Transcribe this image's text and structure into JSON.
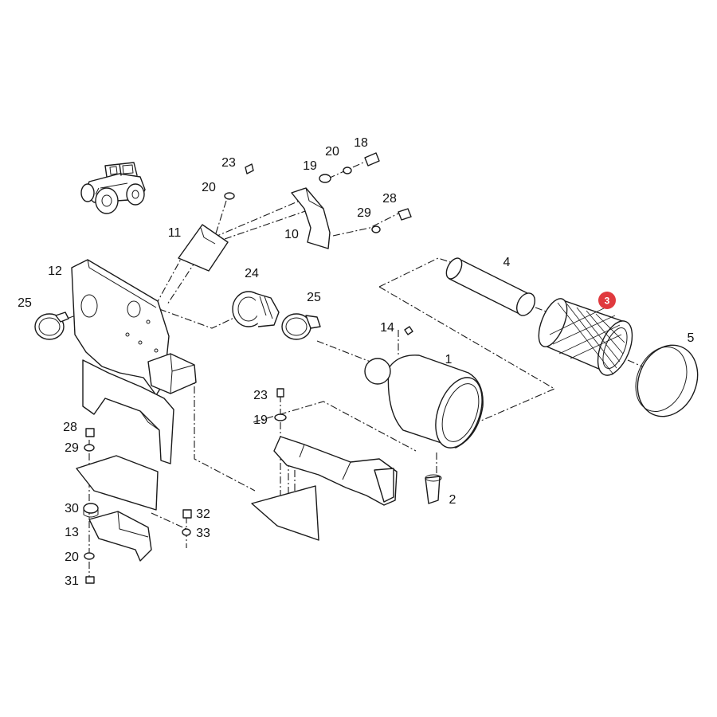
{
  "diagram": {
    "highlight_color": "#e03a3e",
    "highlighted_part": "3",
    "callouts": {
      "c1": "1",
      "c2": "2",
      "c3": "3",
      "c4": "4",
      "c5": "5",
      "c10": "10",
      "c11": "11",
      "c12": "12",
      "c13": "13",
      "c14": "14",
      "c18": "18",
      "c19a": "19",
      "c19b": "19",
      "c20a": "20",
      "c20b": "20",
      "c20c": "20",
      "c23a": "23",
      "c23b": "23",
      "c24": "24",
      "c25a": "25",
      "c25b": "25",
      "c28a": "28",
      "c28b": "28",
      "c29a": "29",
      "c29b": "29",
      "c30": "30",
      "c31": "31",
      "c32": "32",
      "c33": "33"
    },
    "icons": {
      "tractor": "tractor-icon",
      "filter_mesh": "mesh-filter-element"
    }
  }
}
